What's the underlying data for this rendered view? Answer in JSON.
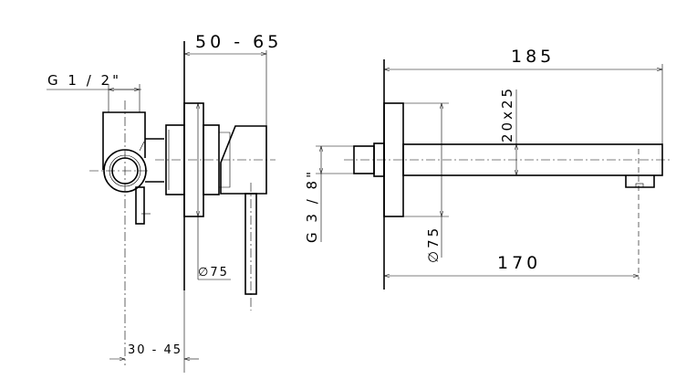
{
  "drawing": {
    "left_view": {
      "dim_depth": "50 - 65",
      "dim_thread": "G  1 / 2\"",
      "dim_flange_diameter": "∅75",
      "dim_recess": "30 - 45"
    },
    "right_view": {
      "dim_total_length": "185",
      "dim_spout_section": "20x25",
      "dim_thread": "G  3 / 8\"",
      "dim_flange_diameter": "∅75",
      "dim_outlet_distance": "170"
    },
    "line_color": "#000000"
  }
}
